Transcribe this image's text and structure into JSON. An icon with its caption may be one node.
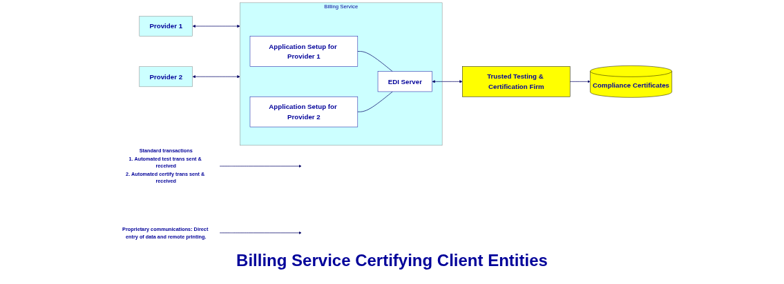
{
  "diagram": {
    "title": "Billing Service Certifying Client Entities",
    "nodes": [
      {
        "text": [
          "Provider 1"
        ]
      },
      {
        "text": [
          "Provider 2"
        ]
      },
      {
        "text": [
          "Billing Service"
        ]
      },
      {
        "text": [
          "Application Setup for Provider 1"
        ],
        "in": 2
      },
      {
        "text": [
          "Application Setup for Provider 2"
        ],
        "in": 2
      },
      {
        "text": [
          "EDI Server"
        ],
        "in": 2
      },
      {
        "text": [
          "Trusted Testing & Certification Firm"
        ]
      },
      {
        "text": [
          "Compliance Certificates"
        ]
      },
      {
        "text": [
          "Standard transactions",
          "1. Automated test trans sent & received",
          "2. Automated certify trans sent & received"
        ]
      },
      {
        "text": [
          "Proprietary communications: Direct entry of data and remote printing."
        ]
      }
    ],
    "edges": [
      {
        "from": 0,
        "to": 2,
        "arrow": "both"
      },
      {
        "from": 1,
        "to": 2,
        "arrow": "both"
      },
      {
        "from": 3,
        "to": 5,
        "arrow": "none"
      },
      {
        "from": 4,
        "to": 5,
        "arrow": "none"
      },
      {
        "from": 5,
        "to": 6,
        "arrow": "both"
      },
      {
        "from": 6,
        "to": 7,
        "arrow": "to"
      },
      {
        "from": 8,
        "to": null,
        "arrow": "to"
      },
      {
        "from": 9,
        "to": null,
        "arrow": "to"
      }
    ]
  }
}
